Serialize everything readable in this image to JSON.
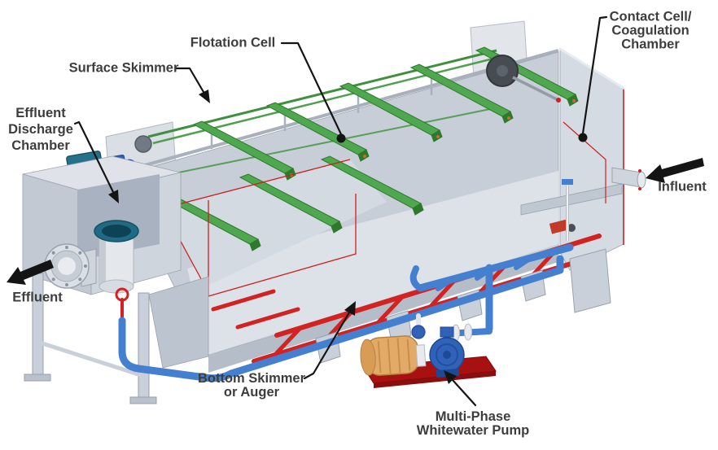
{
  "colors": {
    "label_text": "#3d3d3d",
    "leader_black": "#141414",
    "flight_green": "#4fa84f",
    "flight_green_dark": "#2d7a2d",
    "chain_green": "#3f8f3f",
    "rail_red": "#d32222",
    "cut_red": "#cf1f1f",
    "pipe_blue": "#4580d0",
    "pump_blue": "#2f62b8",
    "motor_tan": "#e2aa66",
    "base_red": "#a81111",
    "teal": "#1f6b85",
    "tank_light": "#dde2e8",
    "tank_mid": "#c7ced7"
  },
  "labels": {
    "flotation_cell": {
      "text": "Flotation Cell"
    },
    "surface_skimmer": {
      "text": "Surface Skimmer"
    },
    "effluent_discharge_chamber": {
      "lines": [
        "Effluent",
        "Discharge",
        "Chamber"
      ]
    },
    "contact_cell": {
      "lines": [
        "Contact Cell/",
        "Coagulation",
        "Chamber"
      ]
    },
    "influent": {
      "text": "Influent"
    },
    "effluent": {
      "text": "Effluent"
    },
    "bottom_skimmer": {
      "lines": [
        "Bottom Skimmer",
        "or Auger"
      ]
    },
    "whitewater_pump": {
      "lines": [
        "Multi-Phase",
        "Whitewater Pump"
      ]
    }
  }
}
